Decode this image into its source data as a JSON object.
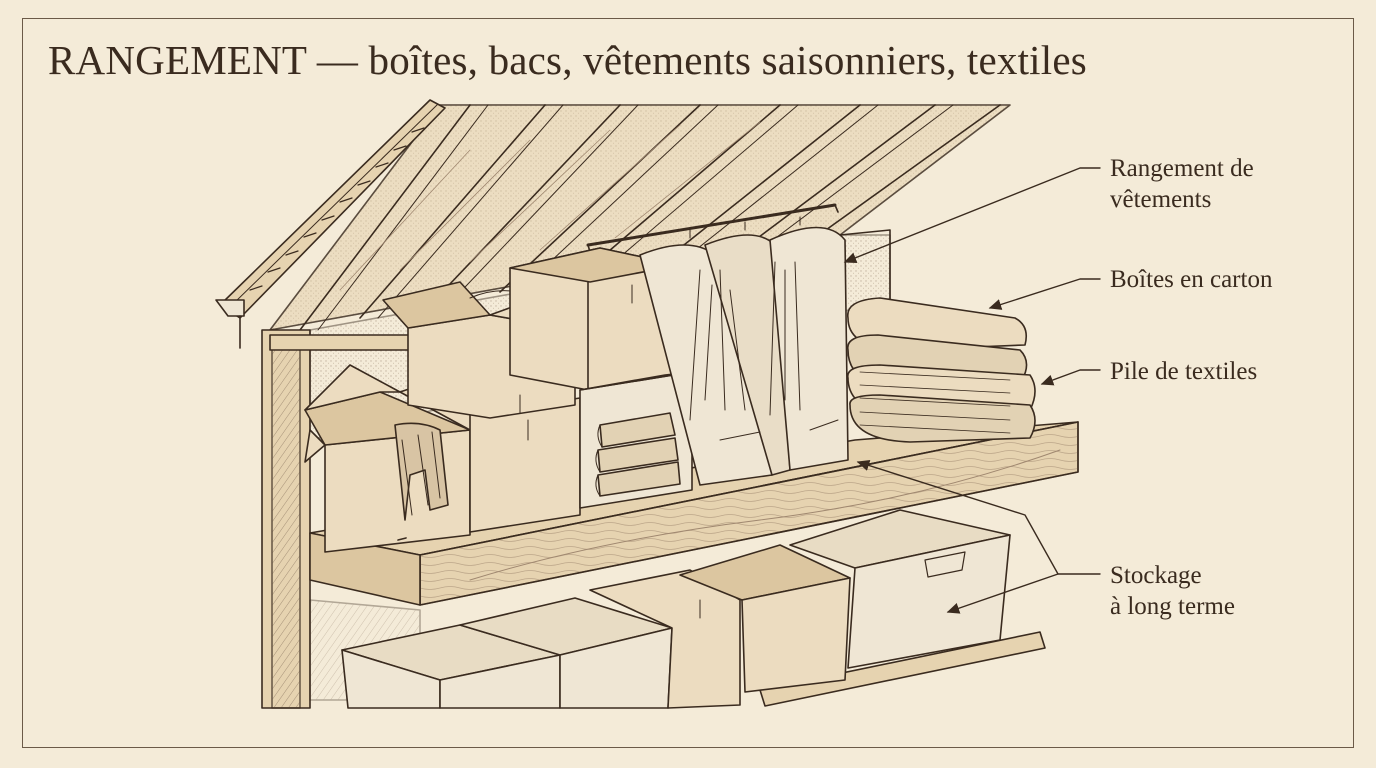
{
  "title": "RANGEMENT — boîtes, bacs, vêtements saisonniers, textiles",
  "labels": {
    "clothing": {
      "line1": "Rangement de",
      "line2": "vêtements"
    },
    "cardboard": {
      "text": "Boîtes en carton"
    },
    "textiles": {
      "text": "Pile de textiles"
    },
    "longterm": {
      "line1": "Stockage",
      "line2": "à long terme"
    }
  },
  "colors": {
    "background": "#f4ebd8",
    "ink": "#3a2b1f",
    "wood": "#e6d3b0",
    "cardboard": "#ecdcc0",
    "plastic": "#efe6d4"
  }
}
